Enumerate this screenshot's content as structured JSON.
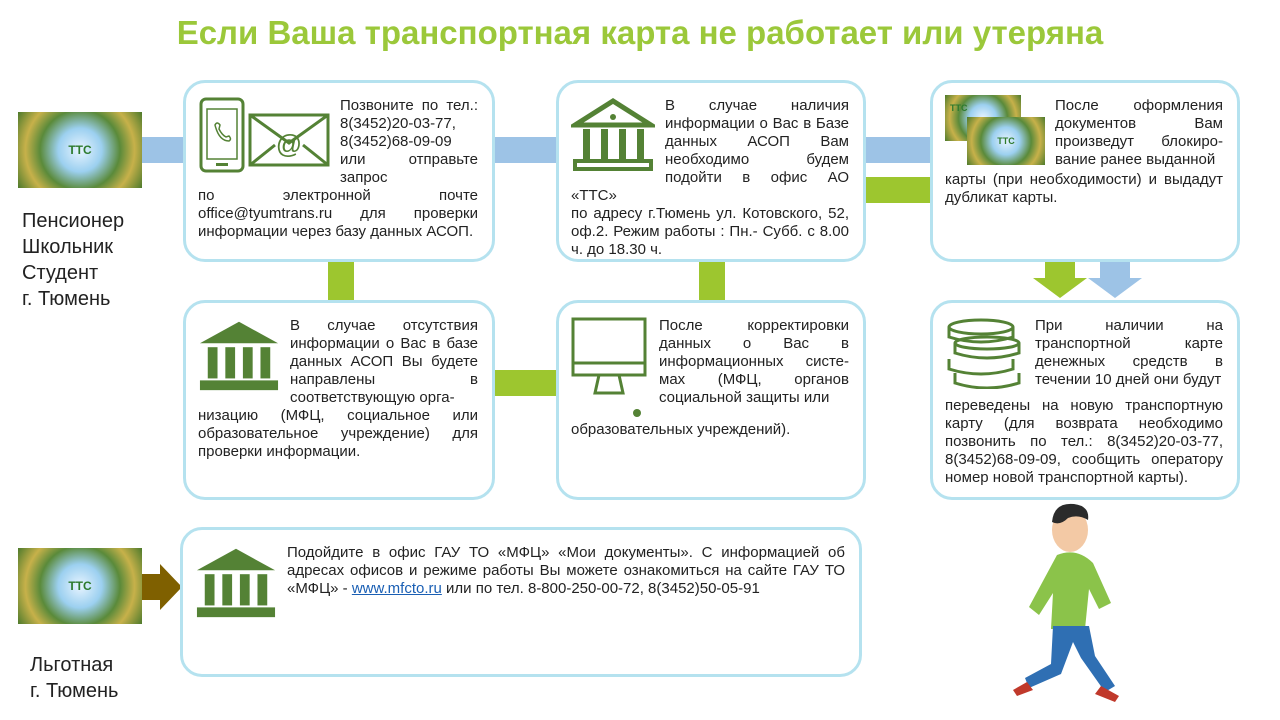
{
  "title": "Если Ваша транспортная карта не работает или утеряна",
  "logo_text": "ТТС",
  "categories_top": [
    "Пенсионер",
    "Школьник",
    "Студент",
    "г. Тюмень"
  ],
  "categories_bottom": [
    "Льготная",
    "г. Тюмень"
  ],
  "box1": {
    "text_top": "Позвоните по тел.: 8(3452)20-03-77, 8(3452)68-09-09 или отправьте запрос",
    "text_bottom": "по электронной почте office@tyumtrans.ru для проверки информации через базу данных АСОП."
  },
  "box2": {
    "text_top": "В случае наличия информации о Вас в Базе данных АСОП Вам необходимо будем подойти в офис АО «ТТС»",
    "text_bottom": "по адресу г.Тюмень ул. Котовского, 52, оф.2. Режим работы : Пн.- Субб. с 8.00 ч. до 18.30 ч."
  },
  "box3": {
    "text_top": "После оформления документов Вам произведут блокиро-вание ранее выданной",
    "text_bottom": "карты (при необходимости) и выдадут дубликат карты."
  },
  "box4": {
    "text_top": "В случае отсутствия информации о Вас в базе данных АСОП Вы будете направлены в соответствующую орга-",
    "text_bottom": "низацию (МФЦ, социальное или образовательное учреждение) для проверки информации."
  },
  "box5": {
    "text_top": "После корректировки данных о Вас в информационных систе-мах (МФЦ, органов социальной защиты или",
    "text_bottom": "образовательных учреждений)."
  },
  "box6": {
    "text_top": "При наличии на транспортной карте денежных средств в течении 10 дней они будут",
    "text_bottom": "переведены на новую транспортную карту (для возврата необходимо позвонить по тел.: 8(3452)20-03-77, 8(3452)68-09-09, сообщить оператору номер новой транспортной карты)."
  },
  "box7": {
    "text_a": "Подойдите в офис ГАУ ТО «МФЦ» «Мои документы». С информацией об адресах офисов и режиме работы Вы можете ознакомиться на сайте ГАУ ТО «МФЦ» - ",
    "link": "www.mfcto.ru",
    "text_b": " или по тел. 8-800-250-00-72, 8(3452)50-05-91"
  },
  "colors": {
    "green": "#9bc83a",
    "icon_green": "#548235",
    "blue": "#9dc3e6",
    "border": "#b5e2ef",
    "brown": "#7f6000"
  }
}
